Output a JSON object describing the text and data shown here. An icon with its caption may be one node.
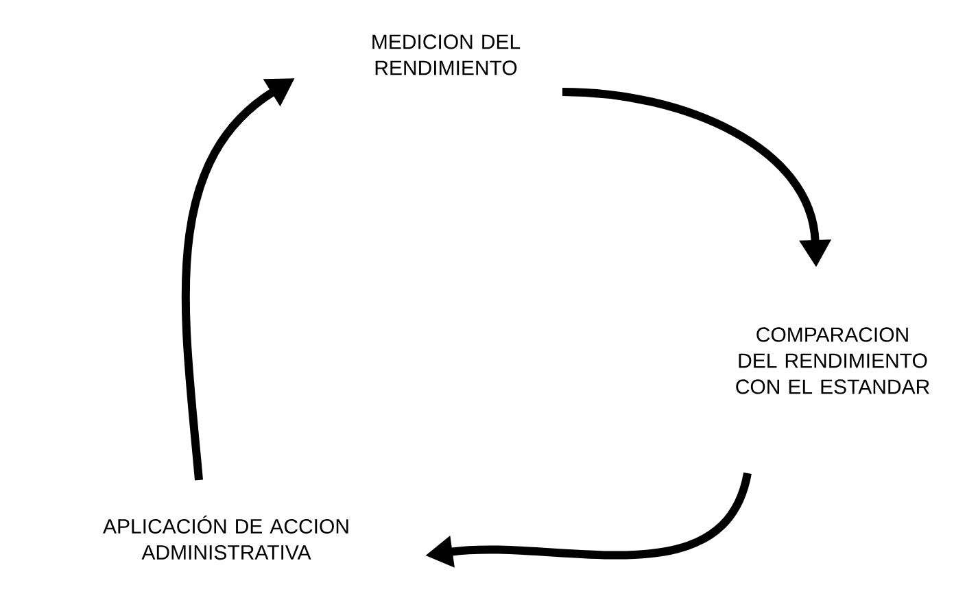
{
  "diagram": {
    "nodes": [
      {
        "text": [
          "MEDICION DEL RENDIMIENTO"
        ]
      },
      {
        "text": [
          "COMPARACION DEL RENDIMIENTO CON EL ESTANDAR"
        ]
      },
      {
        "text": [
          "APLICACIÓN DE ACCION ADMINISTRATIVA"
        ]
      }
    ],
    "edges": [
      {
        "from": 0,
        "to": 1,
        "arrow": "to"
      },
      {
        "from": 1,
        "to": 2,
        "arrow": "to"
      },
      {
        "from": 2,
        "to": 0,
        "arrow": "to"
      }
    ]
  }
}
